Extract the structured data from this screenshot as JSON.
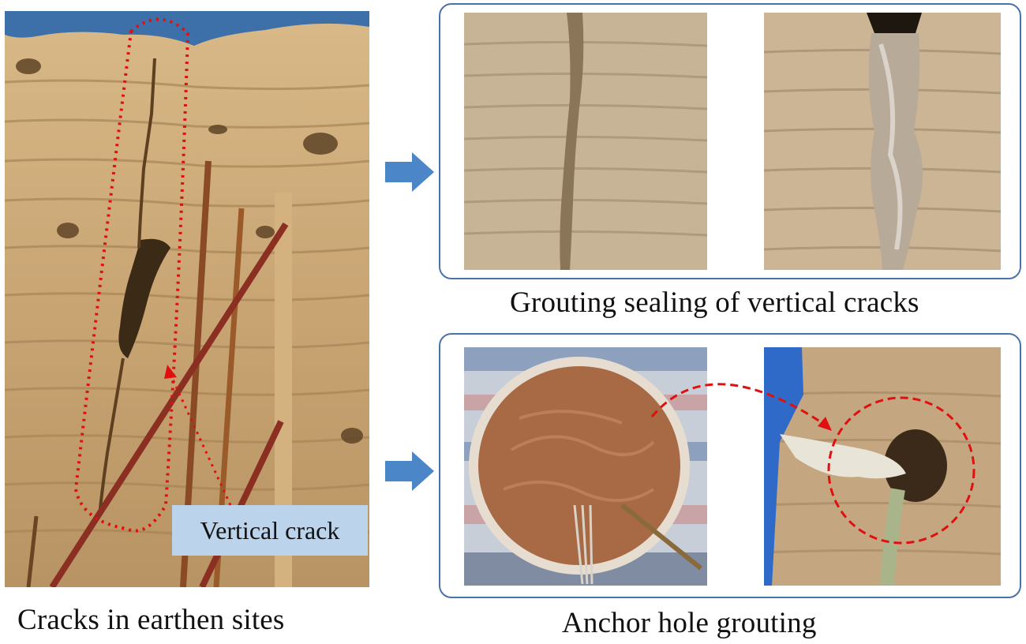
{
  "figure": {
    "main_caption": "Cracks in earthen sites",
    "top_caption": "Grouting sealing of vertical cracks",
    "bottom_caption": "Anchor hole grouting",
    "crack_label": "Vertical crack"
  },
  "colors": {
    "panel_border": "#4a72a8",
    "arrow_fill": "#4a86c8",
    "label_bg": "#bcd3ec",
    "annotation_red": "#e01010",
    "earth": "#c9a574",
    "sky": "#3d6fa8",
    "grout_slurry": "#a86a44"
  },
  "icons": [
    "right-arrow-icon",
    "right-arrow-icon"
  ]
}
